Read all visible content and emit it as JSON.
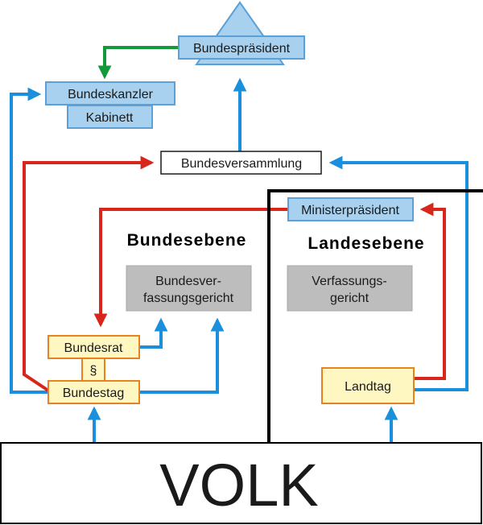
{
  "nodes": {
    "bundespraesident": "Bundespräsident",
    "bundeskanzler": "Bundeskanzler",
    "kabinett": "Kabinett",
    "bundesversammlung": "Bundesversammlung",
    "ministerpraesident": "Ministerpräsident",
    "bundesverfassungsgericht_line1": "Bundesver-",
    "bundesverfassungsgericht_line2": "fassungsgericht",
    "verfassungsgericht_line1": "Verfassungs-",
    "verfassungsgericht_line2": "gericht",
    "bundesrat": "Bundesrat",
    "paragraph": "§",
    "bundestag": "Bundestag",
    "landtag": "Landtag",
    "volk": "VOLK"
  },
  "levels": {
    "bundesebene": "Bundesebene",
    "landesebene": "Landesebene"
  },
  "colors": {
    "blue_arrow": "#1a8fdc",
    "red_arrow": "#d9261c",
    "green_arrow": "#129a3a",
    "blue_box": "#a8d1ef",
    "blue_box_border": "#5ba0d6",
    "yellow_box": "#fff7c2",
    "orange_border": "#e8821e",
    "gray_box": "#bdbdbd"
  }
}
